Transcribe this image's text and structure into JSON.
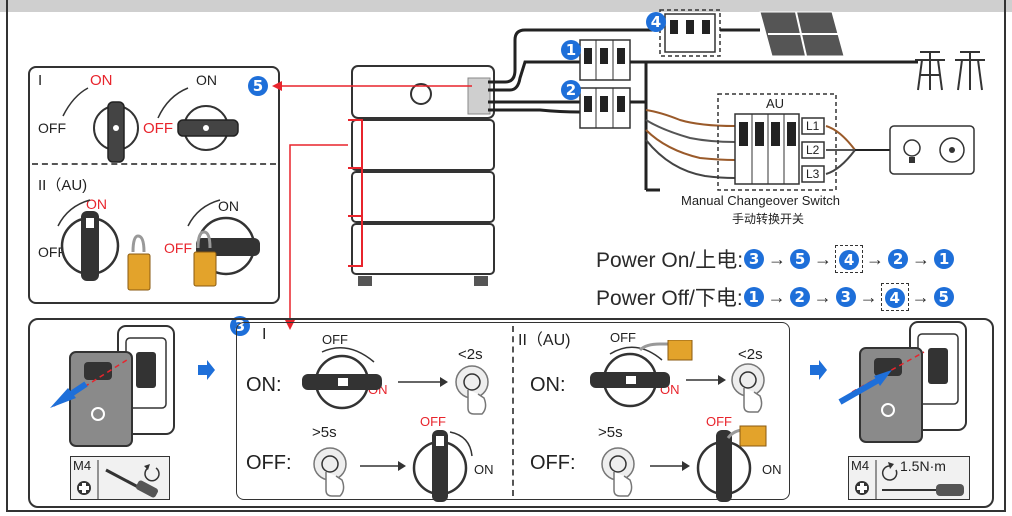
{
  "panel_top_left": {
    "section1": "I",
    "section2": "II（AU)",
    "on": "ON",
    "off": "OFF"
  },
  "au_box": {
    "title": "AU",
    "l1": "L1",
    "l2": "L2",
    "l3": "L3",
    "caption_en": "Manual Changeover Switch",
    "caption_zh": "手动转换开关"
  },
  "steps": {
    "s1": "1",
    "s2": "2",
    "s3": "3",
    "s4": "4",
    "s5": "5"
  },
  "sequence": {
    "power_on_label": "Power On/上电:",
    "power_off_label": "Power Off/下电:",
    "arrow": "→"
  },
  "bottom": {
    "section1": "I",
    "section2": "II（AU)",
    "on_label": "ON:",
    "off_label": "OFF:",
    "off": "OFF",
    "on": "ON",
    "lt2s": "<2s",
    "gt5s": ">5s",
    "m4": "M4",
    "torque": "1.5N·m"
  },
  "colors": {
    "accent_blue": "#1e6fd9",
    "red": "#e8242c",
    "orange": "#e3a32b"
  }
}
